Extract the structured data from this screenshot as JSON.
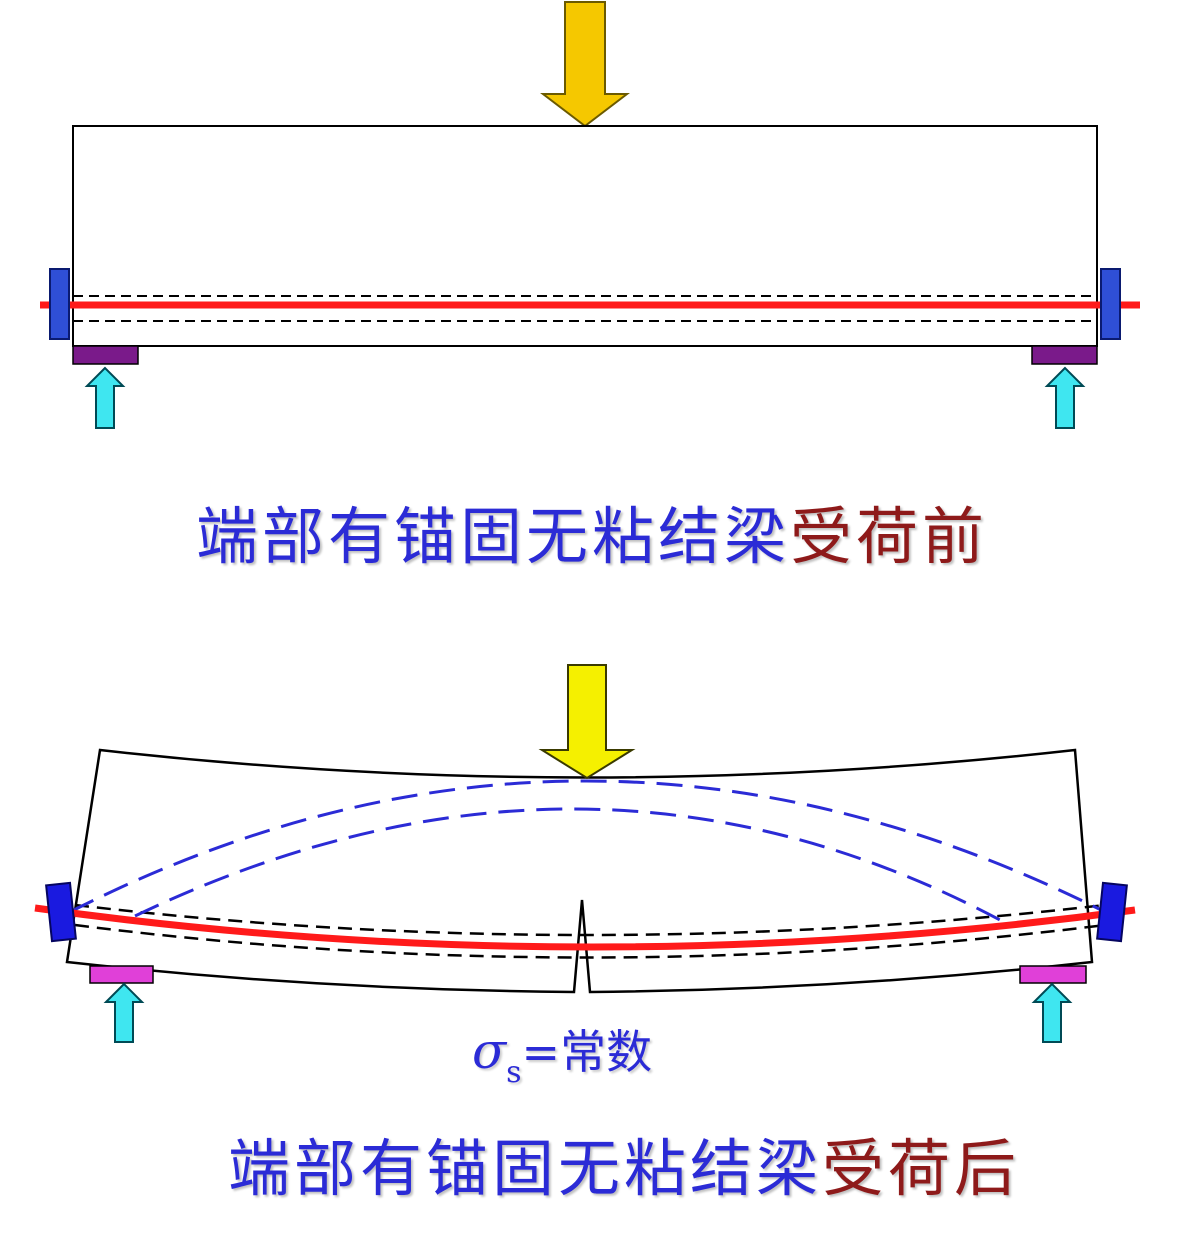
{
  "colors": {
    "beam_outline": "#000000",
    "tendon": "#ff1a1a",
    "duct_dash": "#000000",
    "parabola_dash": "#2b2bd6",
    "anchor": "#2f4fd6",
    "load_arrow": "#f5c800",
    "load_arrow_bottom": "#f5f000",
    "reaction_arrow": "#3fe6f0",
    "bearing_top": "#7a1a8a",
    "bearing_bottom": "#e040d8",
    "caption_blue": "#2b2bd6",
    "caption_red": "#8e1a1a"
  },
  "top_diagram": {
    "caption_main": "端部有锚固无粘结梁",
    "caption_state": "受荷前"
  },
  "bottom_diagram": {
    "caption_main": "端部有锚固无粘结梁",
    "caption_state": "受荷后",
    "stress_symbol": "σ",
    "stress_subscript": "s",
    "stress_text": "=常数"
  }
}
